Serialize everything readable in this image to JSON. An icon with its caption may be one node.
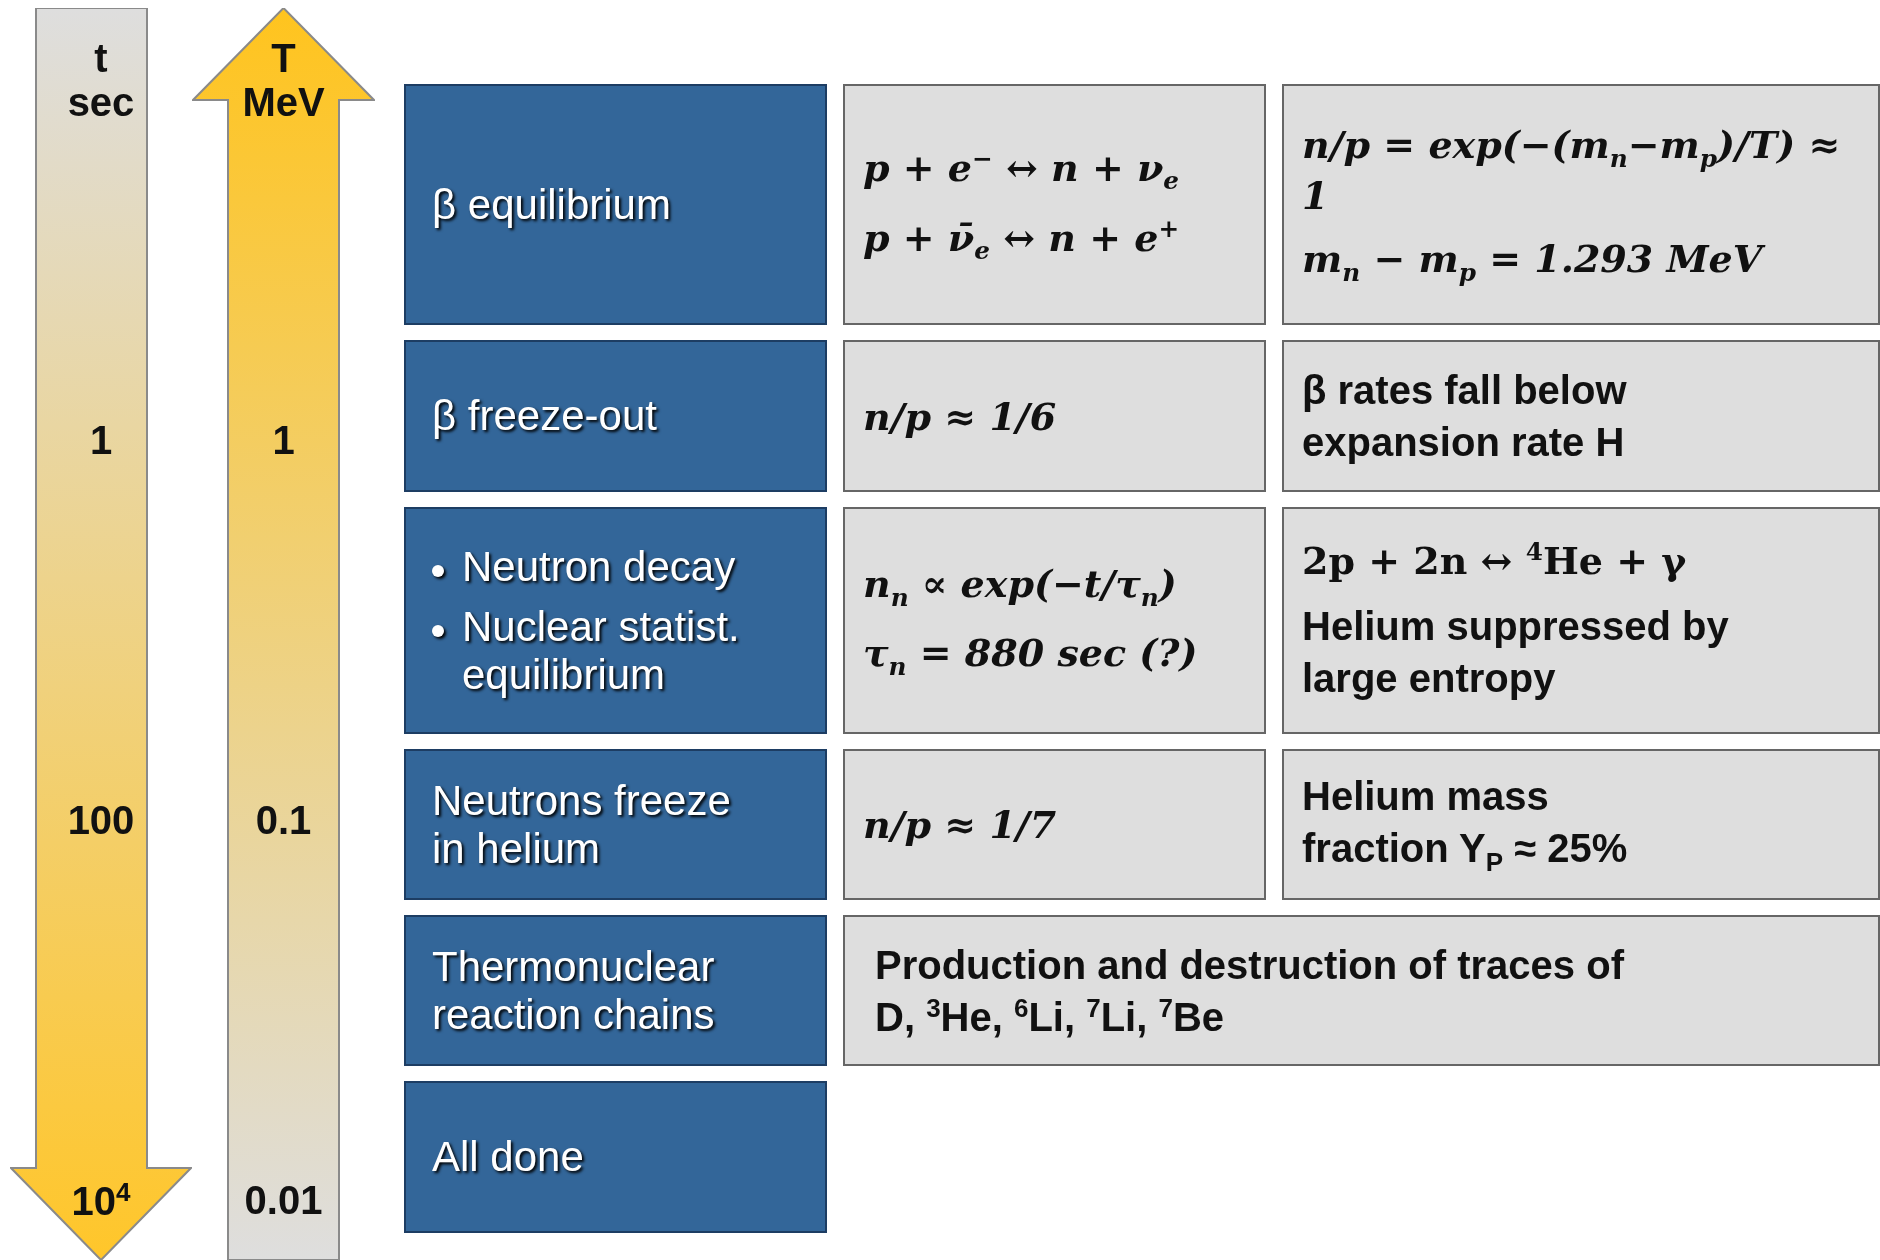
{
  "diagram": {
    "nodes": [
      {
        "text": [
          "t sec",
          "1",
          "100",
          "10$^{4}$"
        ]
      },
      {
        "text": [
          "T MeV",
          "1",
          "0.1",
          "0.01"
        ]
      },
      {
        "text": [
          "β equilibrium"
        ]
      },
      {
        "text": [
          "p + e$^{−}$ ↔ n + ν$_{e}$",
          "p + ν̄$_{e}$ ↔ n + e$^{+}$"
        ]
      },
      {
        "text": [
          "n/p = exp(−(m$_{n}$−m$_{p}$)/T) ≈ 1",
          "m$_{n}$ − m$_{p}$ = 1.293 MeV"
        ]
      },
      {
        "text": [
          "β freeze-out"
        ]
      },
      {
        "text": [
          "n/p ≈ 1/6"
        ]
      },
      {
        "text": [
          "β rates fall below expansion rate H"
        ]
      },
      {
        "text": [
          "Neutron decay",
          "Nuclear statist. equilibrium"
        ]
      },
      {
        "text": [
          "n$_{n}$ ∝ exp(−t/τ$_{n}$)",
          "τ$_{n}$ = 880 sec (?)"
        ]
      },
      {
        "text": [
          "2p + 2n ↔ $^{4}$He + γ",
          "Helium suppressed by large entropy"
        ]
      },
      {
        "text": [
          "Neutrons freeze in helium"
        ]
      },
      {
        "text": [
          "n/p ≈ 1/7"
        ]
      },
      {
        "text": [
          "Helium mass fraction Y$_{P}$ ≈ 25%"
        ]
      },
      {
        "text": [
          "Thermonuclear reaction chains"
        ]
      },
      {
        "text": [
          "Production and destruction of traces of D, $^{3}$He, $^{6}$Li, $^{7}$Li, $^{7}$Be"
        ]
      },
      {
        "text": [
          "All done"
        ]
      }
    ]
  }
}
